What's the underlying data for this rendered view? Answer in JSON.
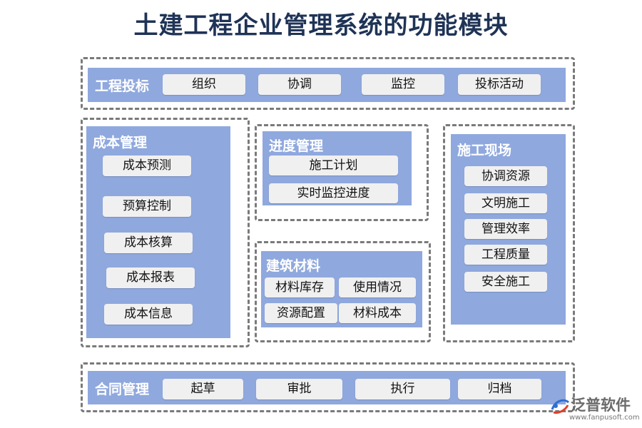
{
  "title": "土建工程企业管理系统的功能模块",
  "modules": {
    "bidding": {
      "title": "工程投标",
      "items": [
        "组织",
        "协调",
        "监控",
        "投标活动"
      ]
    },
    "cost": {
      "title": "成本管理",
      "items": [
        "成本预测",
        "预算控制",
        "成本核算",
        "成本报表",
        "成本信息"
      ]
    },
    "progress": {
      "title": "进度管理",
      "items": [
        "施工计划",
        "实时监控进度"
      ]
    },
    "site": {
      "title": "施工现场",
      "items": [
        "协调资源",
        "文明施工",
        "管理效率",
        "工程质量",
        "安全施工"
      ]
    },
    "materials": {
      "title": "建筑材料",
      "items": [
        "材料库存",
        "使用情况",
        "资源配置",
        "材料成本"
      ]
    },
    "contract": {
      "title": "合同管理",
      "items": [
        "起草",
        "审批",
        "执行",
        "归档"
      ]
    }
  },
  "logo": {
    "name": "泛普软件",
    "url": "www.fanpusoft.com"
  },
  "colors": {
    "panel": "#8fa8de",
    "chip": "#f0f0f0",
    "title": "#1f3356",
    "dashed": "#7a7a7a",
    "logo_accent": "#e0402a",
    "logo_blue": "#2f6fd0"
  }
}
